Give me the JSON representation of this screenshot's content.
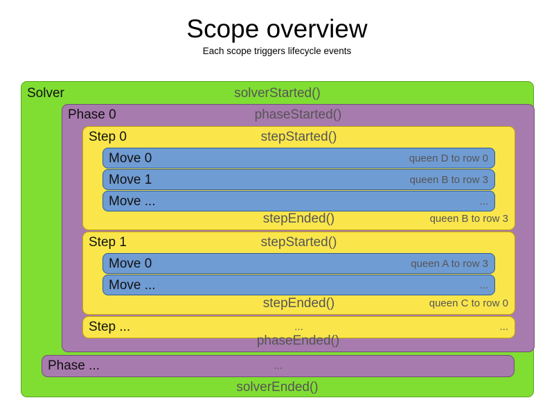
{
  "header": {
    "title": "Scope overview",
    "subtitle": "Each scope triggers lifecycle events"
  },
  "colors": {
    "solver": "#80DE32",
    "phase": "#A87BAE",
    "step": "#FAE64B",
    "move": "#709CD4",
    "event_text": "#555555",
    "scope_text": "#111111",
    "background": "#FFFFFF"
  },
  "solver": {
    "name": "Solver",
    "started_event": "solverStarted()",
    "ended_event": "solverEnded()",
    "phases": [
      {
        "name": "Phase 0",
        "started_event": "phaseStarted()",
        "ended_event": "phaseEnded()",
        "steps": [
          {
            "name": "Step 0",
            "started_event": "stepStarted()",
            "ended_event": "stepEnded()",
            "ended_detail": "queen B to row 3",
            "moves": [
              {
                "name": "Move 0",
                "detail": "queen D to row 0"
              },
              {
                "name": "Move 1",
                "detail": "queen B to row 3"
              },
              {
                "name": "Move ...",
                "detail": "..."
              }
            ]
          },
          {
            "name": "Step 1",
            "started_event": "stepStarted()",
            "ended_event": "stepEnded()",
            "ended_detail": "queen C to row 0",
            "moves": [
              {
                "name": "Move 0",
                "detail": "queen A to row 3"
              },
              {
                "name": "Move ...",
                "detail": "..."
              }
            ]
          }
        ],
        "step_ellipsis": {
          "name": "Step ...",
          "center": "...",
          "right": "..."
        }
      }
    ],
    "phase_ellipsis": {
      "name": "Phase ...",
      "center": "..."
    }
  }
}
